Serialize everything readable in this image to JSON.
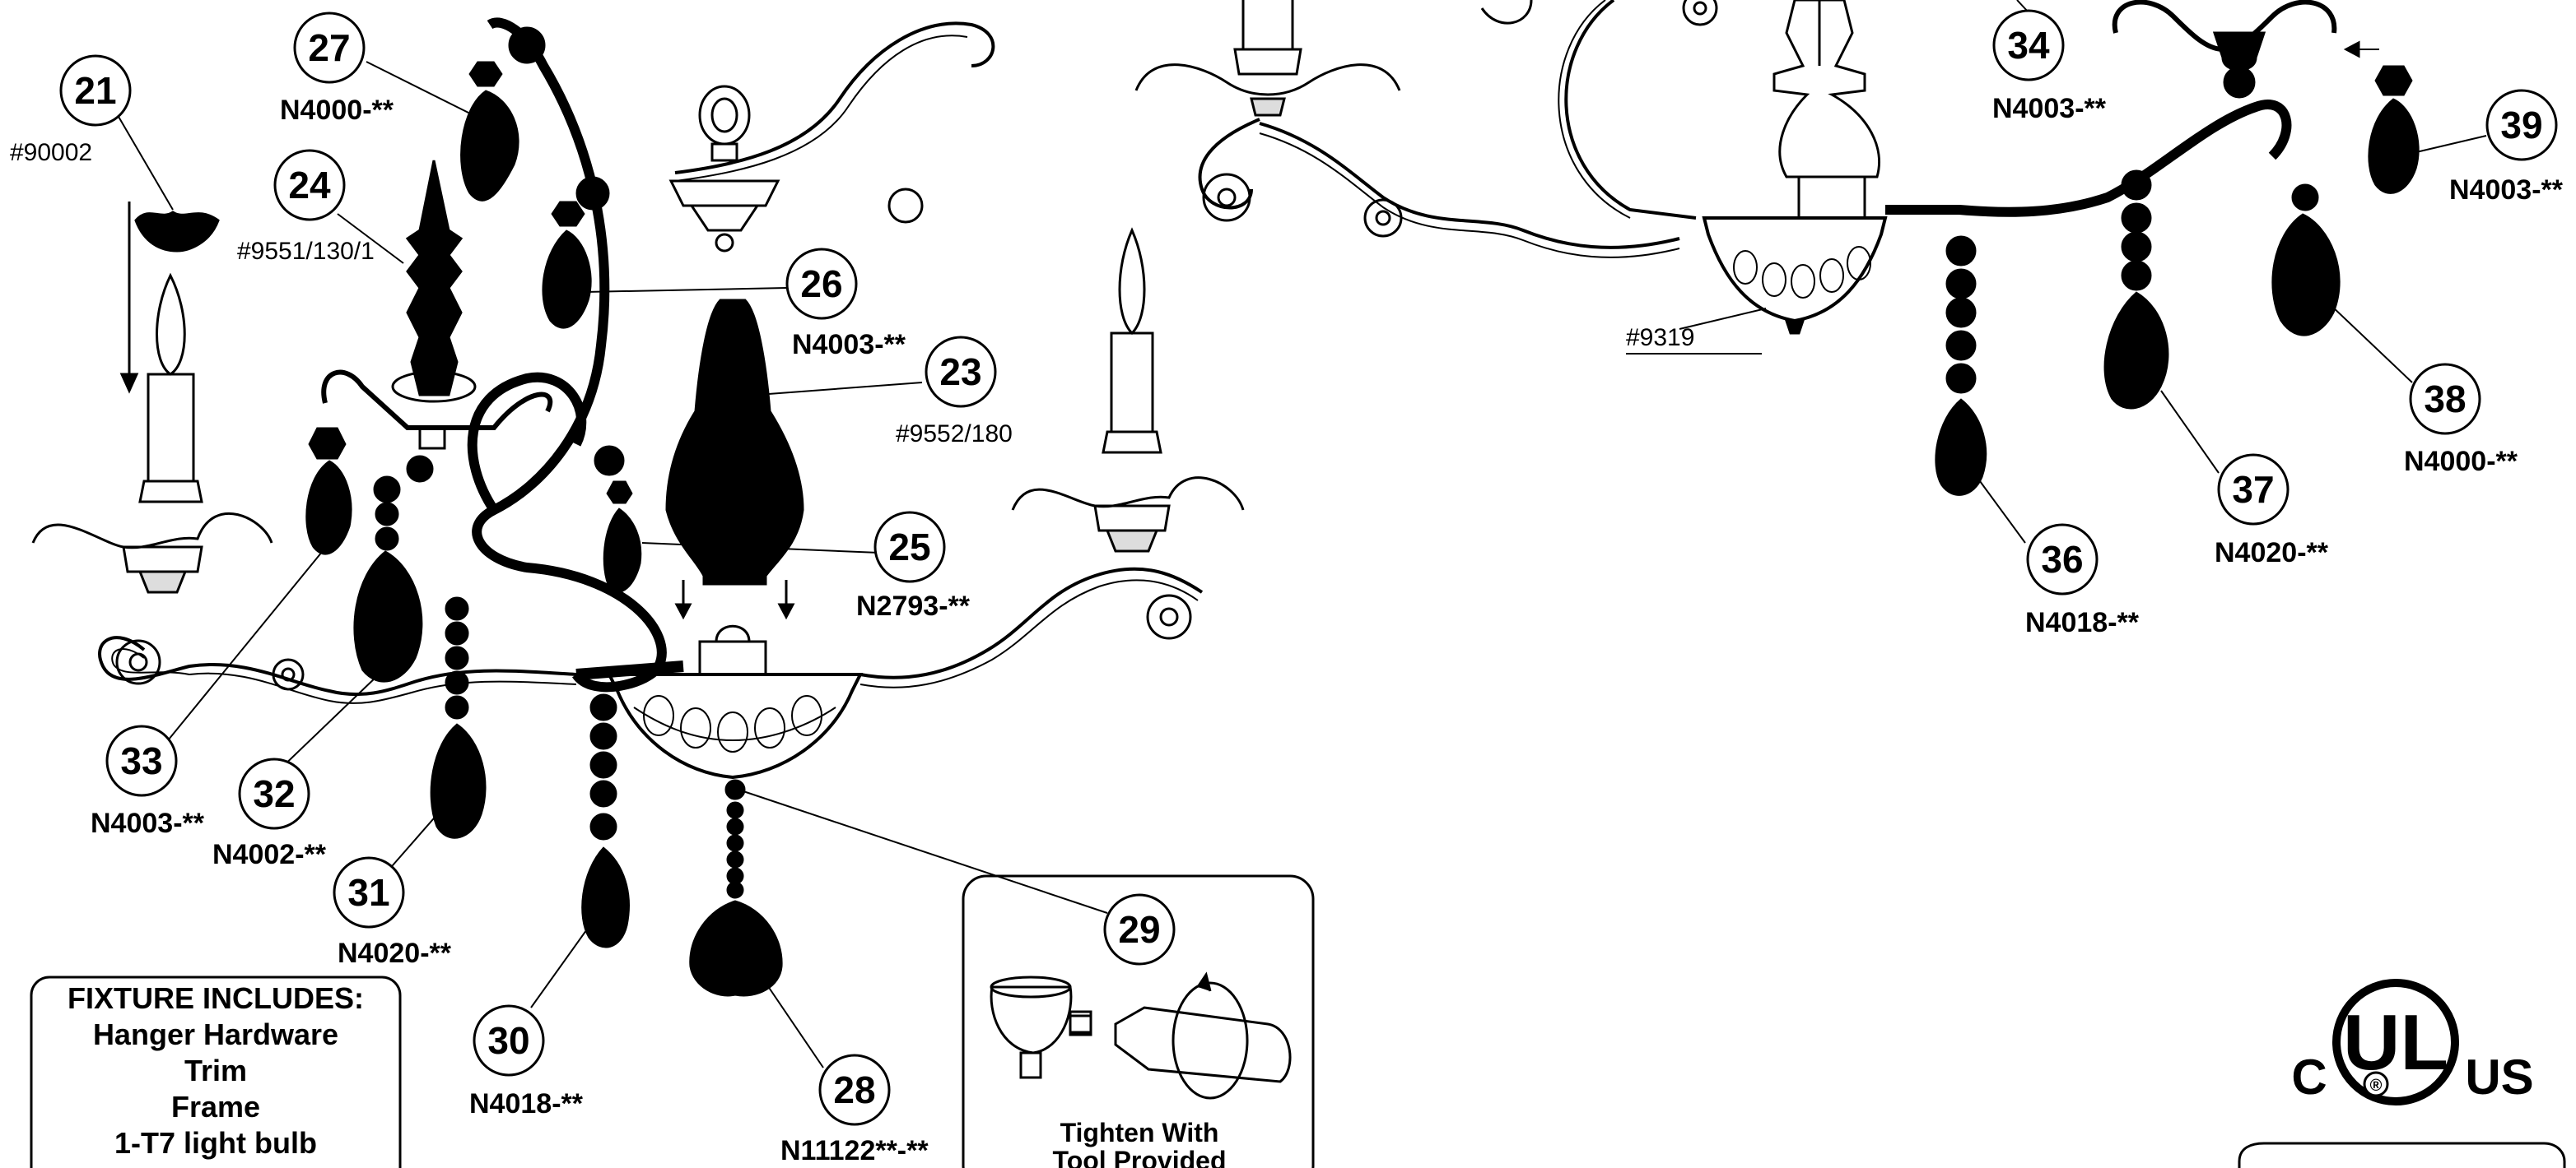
{
  "callouts": [
    {
      "num": "21",
      "code": "#90002"
    },
    {
      "num": "24",
      "code": "#9551/130/1"
    },
    {
      "num": "27",
      "code": "N4000-**"
    },
    {
      "num": "26",
      "code": "N4003-**"
    },
    {
      "num": "23",
      "code": "#9552/180"
    },
    {
      "num": "25",
      "code": "N2793-**"
    },
    {
      "num": "33",
      "code": "N4003-**"
    },
    {
      "num": "32",
      "code": "N4002-**"
    },
    {
      "num": "31",
      "code": "N4020-**"
    },
    {
      "num": "30",
      "code": "N4018-**"
    },
    {
      "num": "28",
      "code": "N11122**-**"
    },
    {
      "num": "29",
      "code": ""
    },
    {
      "num": "34",
      "code": "N4003-**"
    },
    {
      "num": "39",
      "code": "N4003-**"
    },
    {
      "num": "38",
      "code": "N4000-**"
    },
    {
      "num": "37",
      "code": "N4020-**"
    },
    {
      "num": "36",
      "code": "N4018-**"
    }
  ],
  "right_frame_label": "#9319",
  "fixture_box": {
    "title": "FIXTURE INCLUDES:",
    "items": [
      "Hanger Hardware",
      "Trim",
      "Frame",
      "1-T7 light bulb"
    ]
  },
  "tool_box": {
    "line1": "Tighten With",
    "line2": "Tool Provided"
  },
  "ul_mark": {
    "left": "C",
    "center": "UL",
    "right": "US",
    "registered": "®"
  }
}
